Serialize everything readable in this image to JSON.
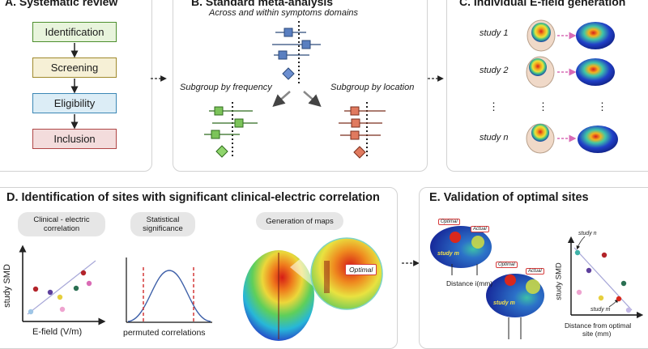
{
  "panel_a": {
    "title": "A. Systematic review",
    "flow": [
      "Identification",
      "Screening",
      "Eligibility",
      "Inclusion"
    ],
    "colors": [
      "#e8f4dc",
      "#f6f0d6",
      "#dcedf6",
      "#f3dcdc"
    ],
    "borders": [
      "#4d8f2e",
      "#a08a2d",
      "#3b87b5",
      "#b04646"
    ]
  },
  "panel_b": {
    "title": "B. Standard meta-analysis",
    "top_caption": "Across and within symptoms domains",
    "left_caption": "Subgroup by frequency",
    "right_caption": "Subgroup by location"
  },
  "panel_c": {
    "title": "C. Individual E-field generation",
    "studies": [
      "study 1",
      "study 2",
      "study n"
    ],
    "ellipsis": "⋮"
  },
  "panel_d": {
    "title": "D. Identification of sites with significant clinical-electric correlation",
    "pill_1": "Clinical - electric correlation",
    "pill_2": "Statistical significance",
    "pill_3": "Generation of maps",
    "scatter_ylabel": "study SMD",
    "scatter_xlabel": "E-field (V/m)",
    "dist_xlabel": "permuted correlations",
    "optimal_label": "Optimal"
  },
  "panel_e": {
    "title": "E. Validation of optimal sites",
    "optimal_tag": "Optimal",
    "actual_tag": "Actual",
    "study_label": "study m",
    "distance_label": "Distance i(mm)",
    "ylabel": "study SMD",
    "xlabel_line1": "Distance from optimal",
    "xlabel_line2": "site (mm)",
    "study_n": "study n",
    "study_m": "study m"
  }
}
